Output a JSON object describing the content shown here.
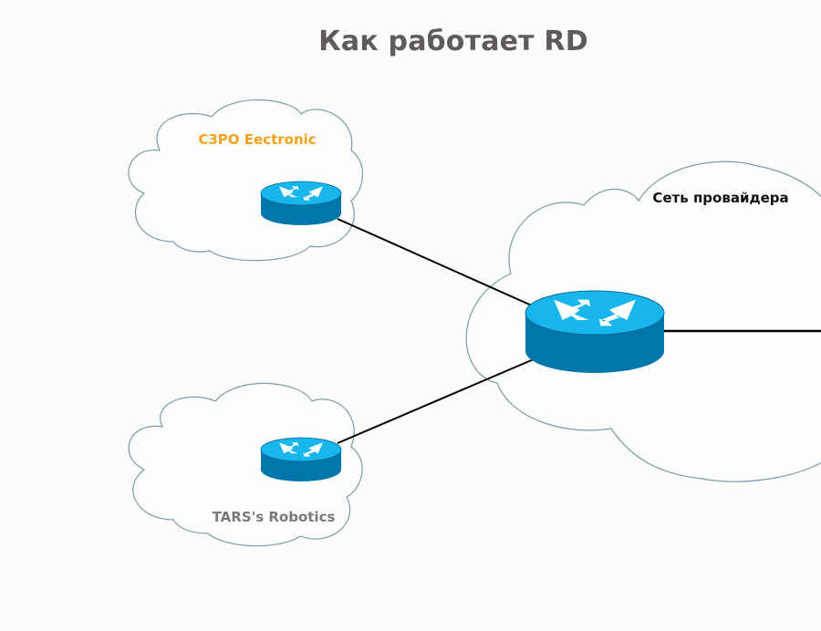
{
  "title": "Как работает RD",
  "colors": {
    "title": "#5f5b5a",
    "label_c3po": "#f5a21a",
    "label_provider": "#111111",
    "label_tars": "#7a7a7a",
    "cloud_stroke": "#7e9aa6",
    "router_top": "#17b6ec",
    "router_side": "#0076aa",
    "link": "#000000"
  },
  "nodes": {
    "c3po": {
      "label": "C3PO Eectronic",
      "icon": "router-icon"
    },
    "tars": {
      "label": "TARS's Robotics",
      "icon": "router-icon"
    },
    "provider": {
      "label": "Сеть провайдера",
      "icon": "router-icon"
    }
  }
}
